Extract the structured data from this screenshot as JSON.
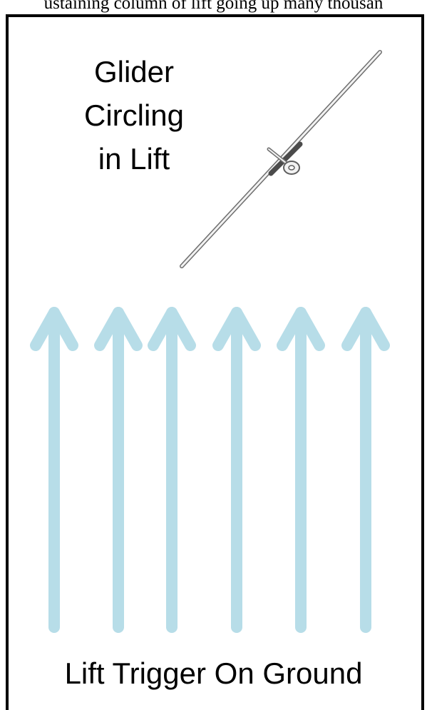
{
  "caption": {
    "partial_text": "ustaining column of lift going up many thousan"
  },
  "glider_label": {
    "lines": [
      "Glider",
      "Circling",
      "in Lift"
    ]
  },
  "bottom_label": {
    "text": "Lift Trigger On Ground"
  },
  "arrows": {
    "count": 6,
    "color": "#b7dde8"
  },
  "colors": {
    "border": "#000000",
    "glider_stroke": "#6f6f6f",
    "glider_fill": "#f2f2f2"
  }
}
